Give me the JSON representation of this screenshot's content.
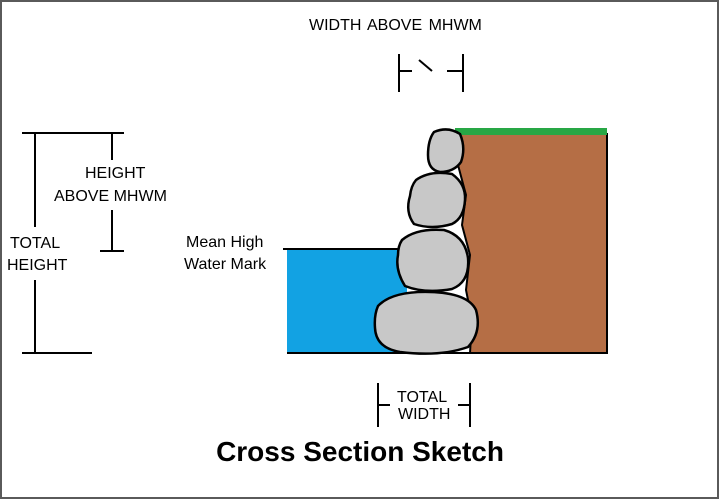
{
  "title": "Cross Section Sketch",
  "labels": {
    "width_above_mhwm": "WIDTH ABOVE MHWM",
    "height_line1": "HEIGHT",
    "height_line2": "ABOVE MHWM",
    "total_height_line1": "TOTAL",
    "total_height_line2": "HEIGHT",
    "mhw_line1": "Mean High",
    "mhw_line2": "Water Mark",
    "total_width_line1": "TOTAL",
    "total_width_line2": "WIDTH"
  },
  "colors": {
    "water": "#12a2e3",
    "soil": "#b56e45",
    "grass": "#28a745",
    "rock": "#c8c8c8",
    "border": "#5a5a5a",
    "line": "#000000"
  }
}
